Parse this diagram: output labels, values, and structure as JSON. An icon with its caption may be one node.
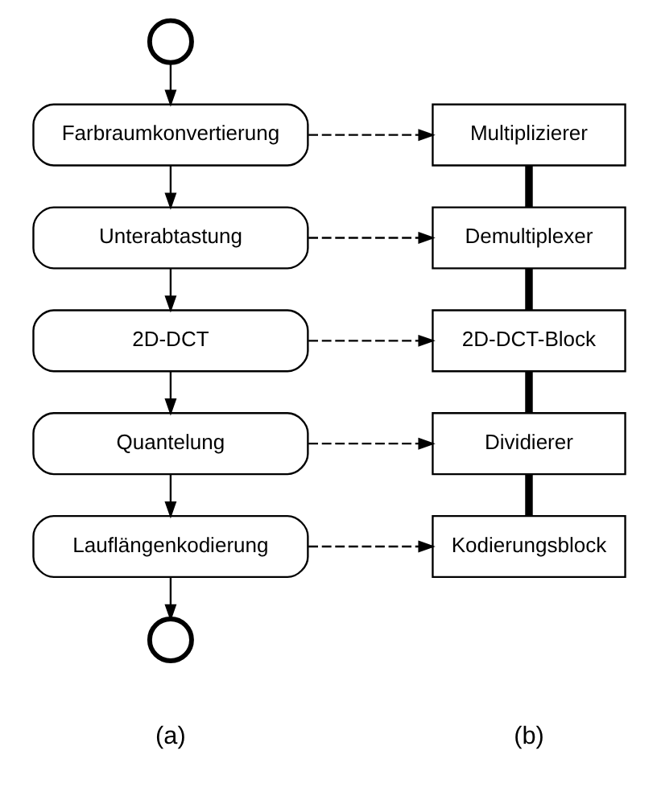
{
  "diagram": {
    "nodes": [
      {
        "text": [],
        "shape": "circle"
      },
      {
        "text": [
          "Farbraumkonvertierung"
        ]
      },
      {
        "text": [
          "Unterabtastung"
        ]
      },
      {
        "text": [
          "2D-DCT"
        ]
      },
      {
        "text": [
          "Quantelung"
        ]
      },
      {
        "text": [
          "Lauflängenkodierung"
        ]
      },
      {
        "text": [],
        "shape": "circle"
      },
      {
        "text": [
          "Multiplizierer"
        ]
      },
      {
        "text": [
          "Demultiplexer"
        ]
      },
      {
        "text": [
          "2D-DCT-Block"
        ]
      },
      {
        "text": [
          "Dividierer"
        ]
      },
      {
        "text": [
          "Kodierungsblock"
        ]
      }
    ],
    "edges": [
      {
        "from": 0,
        "to": 1,
        "arrow": "to"
      },
      {
        "from": 1,
        "to": 2,
        "arrow": "to"
      },
      {
        "from": 2,
        "to": 3,
        "arrow": "to"
      },
      {
        "from": 3,
        "to": 4,
        "arrow": "to"
      },
      {
        "from": 4,
        "to": 5,
        "arrow": "to"
      },
      {
        "from": 5,
        "to": 6,
        "arrow": "to"
      },
      {
        "from": 1,
        "to": 7,
        "arrow": "to",
        "style": "dashed"
      },
      {
        "from": 2,
        "to": 8,
        "arrow": "to",
        "style": "dashed"
      },
      {
        "from": 3,
        "to": 9,
        "arrow": "to",
        "style": "dashed"
      },
      {
        "from": 4,
        "to": 10,
        "arrow": "to",
        "style": "dashed"
      },
      {
        "from": 5,
        "to": 11,
        "arrow": "to",
        "style": "dashed"
      },
      {
        "from": 7,
        "to": 8,
        "arrow": "none",
        "style": "thick"
      },
      {
        "from": 8,
        "to": 9,
        "arrow": "none",
        "style": "thick"
      },
      {
        "from": 9,
        "to": 10,
        "arrow": "none",
        "style": "thick"
      },
      {
        "from": 10,
        "to": 11,
        "arrow": "none",
        "style": "thick"
      }
    ],
    "labels": [
      "(a)",
      "(b)"
    ]
  }
}
